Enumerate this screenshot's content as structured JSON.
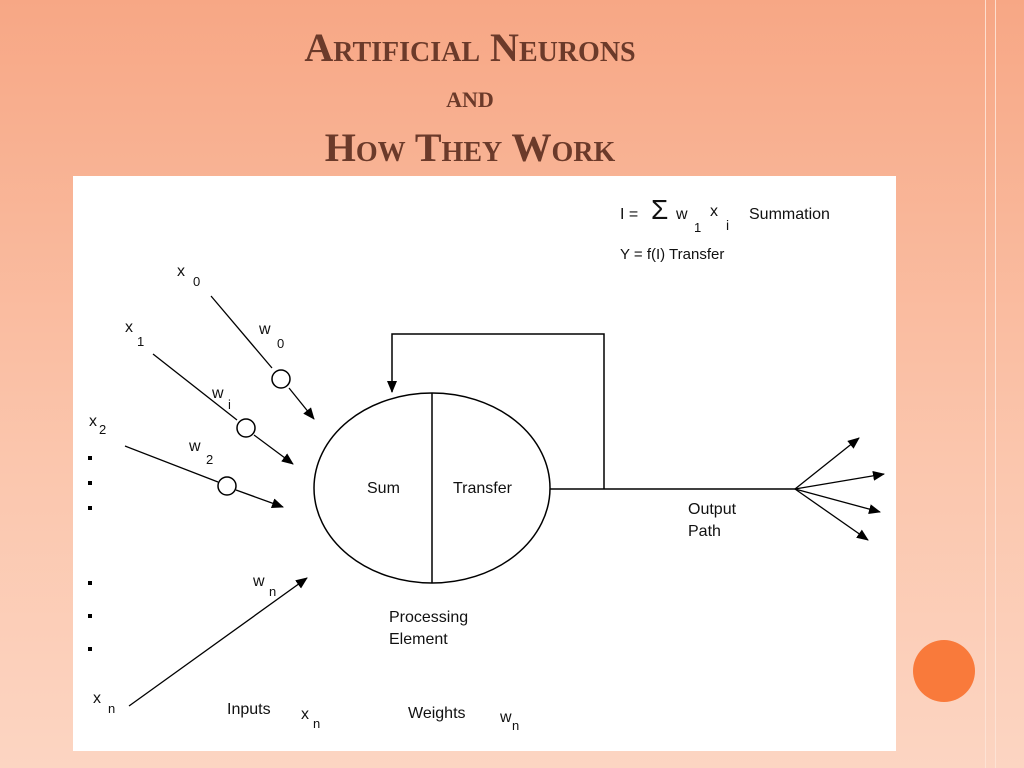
{
  "title": {
    "line1": "Artificial Neurons",
    "line2": "and",
    "line3": "How They Work"
  },
  "diagram": {
    "formula_summation_lhs": "I =",
    "formula_sigma": "Σ",
    "formula_w": "w",
    "formula_w_sub": "1",
    "formula_x": "x",
    "formula_x_sub": "i",
    "formula_summation_label": "Summation",
    "formula_transfer": "Y = f(I) Transfer",
    "inputs": [
      {
        "x": "x",
        "x_sub": "0",
        "w": "w",
        "w_sub": "0"
      },
      {
        "x": "x",
        "x_sub": "1",
        "w": "w",
        "w_sub": "i"
      },
      {
        "x": "x",
        "x_sub": "2",
        "w": "w",
        "w_sub": "2"
      },
      {
        "x": "x",
        "x_sub": "n",
        "w": "w",
        "w_sub": "n"
      }
    ],
    "sum_label": "Sum",
    "transfer_label": "Transfer",
    "processing_line1": "Processing",
    "processing_line2": "Element",
    "output_line1": "Output",
    "output_line2": "Path",
    "legend_inputs": "Inputs",
    "legend_inputs_x": "x",
    "legend_inputs_x_sub": "n",
    "legend_weights": "Weights",
    "legend_weights_w": "w",
    "legend_weights_w_sub": "n"
  },
  "colors": {
    "title": "#6b3a2a",
    "accent": "#f97a3b"
  }
}
